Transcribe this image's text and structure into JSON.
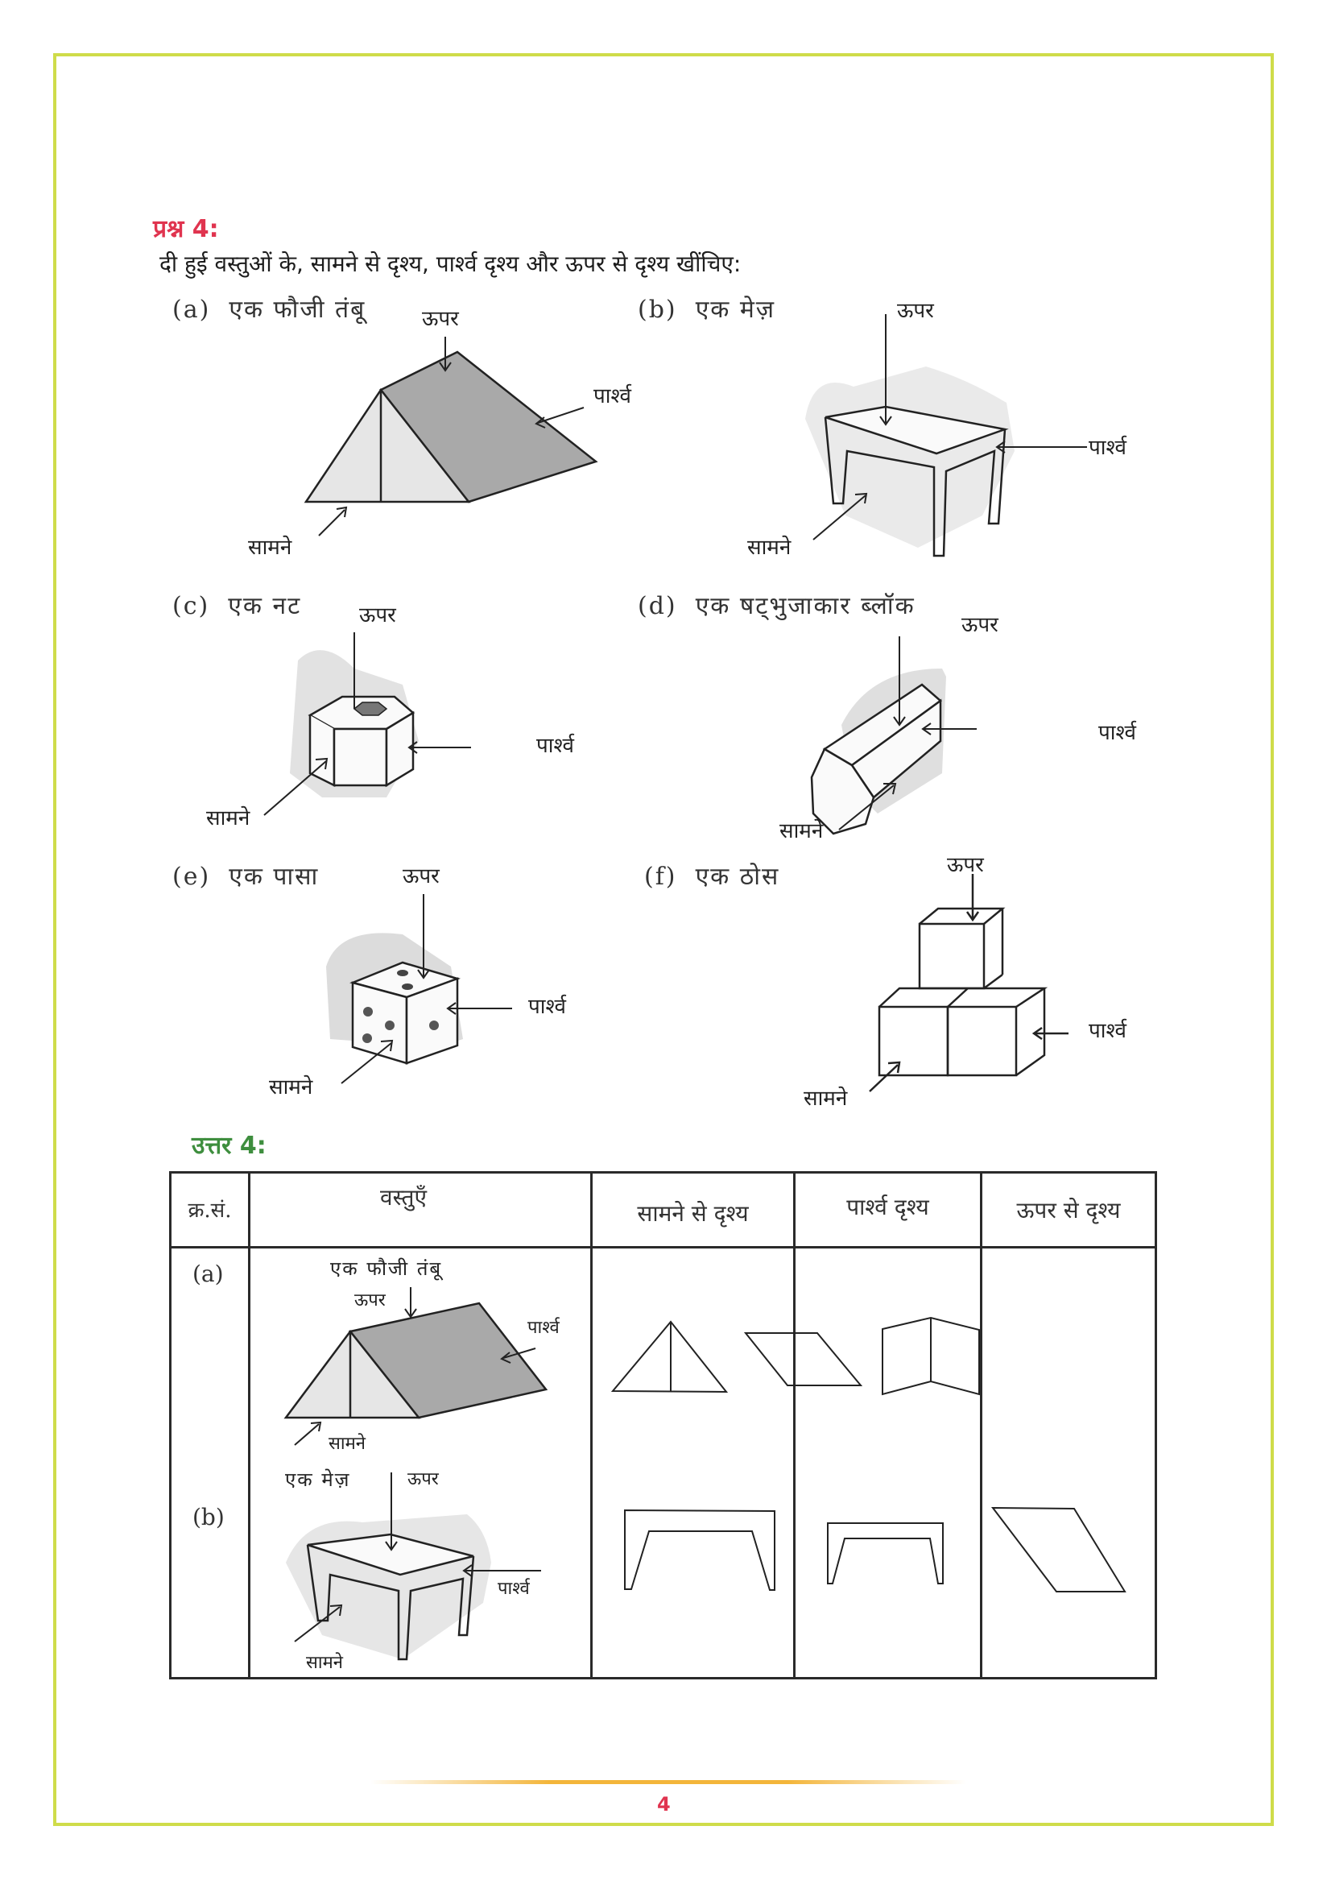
{
  "question": {
    "title": "प्रश्न 4:",
    "text": "दी हुई वस्तुओं के, सामने से दृश्य, पार्श्व दृश्य और ऊपर से दृश्य खींचिए:",
    "items": [
      {
        "id": "(a)",
        "name": "एक फौजी तंबू",
        "labels": {
          "top": "ऊपर",
          "side": "पार्श्व",
          "front": "सामने"
        }
      },
      {
        "id": "(b)",
        "name": "एक मेज़",
        "labels": {
          "top": "ऊपर",
          "side": "पार्श्व",
          "front": "सामने"
        }
      },
      {
        "id": "(c)",
        "name": "एक नट",
        "labels": {
          "top": "ऊपर",
          "side": "पार्श्व",
          "front": "सामने"
        }
      },
      {
        "id": "(d)",
        "name": "एक षट्भुजाकार ब्लॉक",
        "labels": {
          "top": "ऊपर",
          "side": "पार्श्व",
          "front": "सामने"
        }
      },
      {
        "id": "(e)",
        "name": "एक पासा",
        "labels": {
          "top": "ऊपर",
          "side": "पार्श्व",
          "front": "सामने"
        }
      },
      {
        "id": "(f)",
        "name": "एक ठोस",
        "labels": {
          "top": "ऊपर",
          "side": "पार्श्व",
          "front": "सामने"
        }
      }
    ]
  },
  "answer": {
    "title": "उत्तर 4:",
    "table": {
      "headers": [
        "क्र.सं.",
        "वस्तुएँ",
        "सामने से दृश्य",
        "पार्श्व दृश्य",
        "ऊपर से दृश्य"
      ],
      "rows": [
        {
          "id": "(a)",
          "name": "एक फौजी तंबू",
          "labels": {
            "top": "ऊपर",
            "side": "पार्श्व",
            "front": "सामने"
          },
          "front_view": "triangle-with-center-line",
          "side_view": "parallelogram",
          "top_view": "two-panel-fold"
        },
        {
          "id": "(b)",
          "name": "एक मेज़",
          "labels": {
            "top": "ऊपर",
            "side": "पार्श्व",
            "front": "सामने"
          },
          "front_view": "table-wide-legs",
          "side_view": "table-narrow-legs",
          "top_view": "slanted-parallelogram"
        }
      ]
    }
  },
  "footer": {
    "page_number": "4"
  },
  "colors": {
    "frame": "#cfdc4a",
    "question_title": "#e0344f",
    "answer_title": "#3e8e3e",
    "rule": "#f3b53a"
  }
}
